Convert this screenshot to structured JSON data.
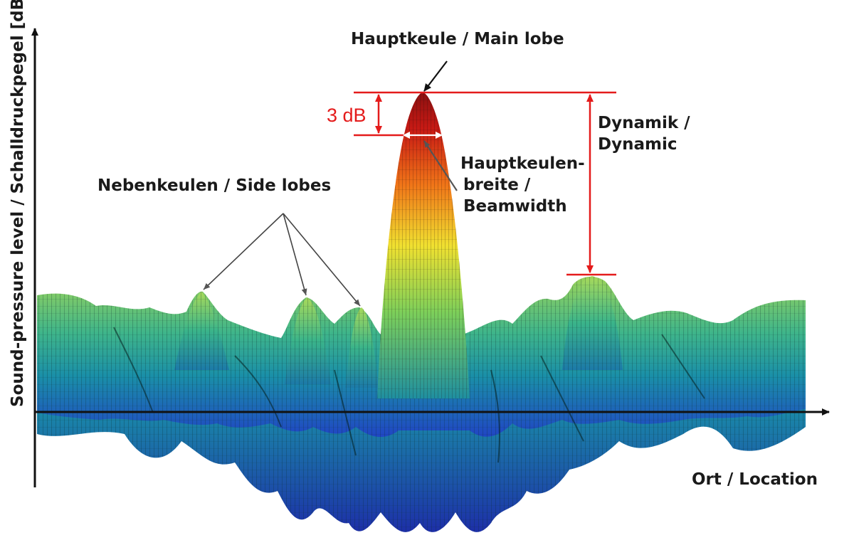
{
  "labels": {
    "main_lobe": "Hauptkeule / Main lobe",
    "three_db": "3 dB",
    "dynamic_line1": "Dynamik /",
    "dynamic_line2": "Dynamic",
    "beamwidth_line1": "Hauptkeulen-",
    "beamwidth_line2": "breite /",
    "beamwidth_line3": "Beamwidth",
    "side_lobes": "Nebenkeulen / Side lobes",
    "y_axis": "Sound-pressure level / Schalldruckpegel [dB]",
    "x_axis": "Ort / Location"
  },
  "colors": {
    "annotation_red": "#e41b1b",
    "axis": "#111111",
    "surface_low": "#1f3fbf",
    "surface_mid": "#17a89a",
    "surface_high_green": "#8fd05a",
    "peak_yellow": "#f0e030",
    "peak_orange": "#f07a18",
    "peak_red": "#c01818"
  }
}
